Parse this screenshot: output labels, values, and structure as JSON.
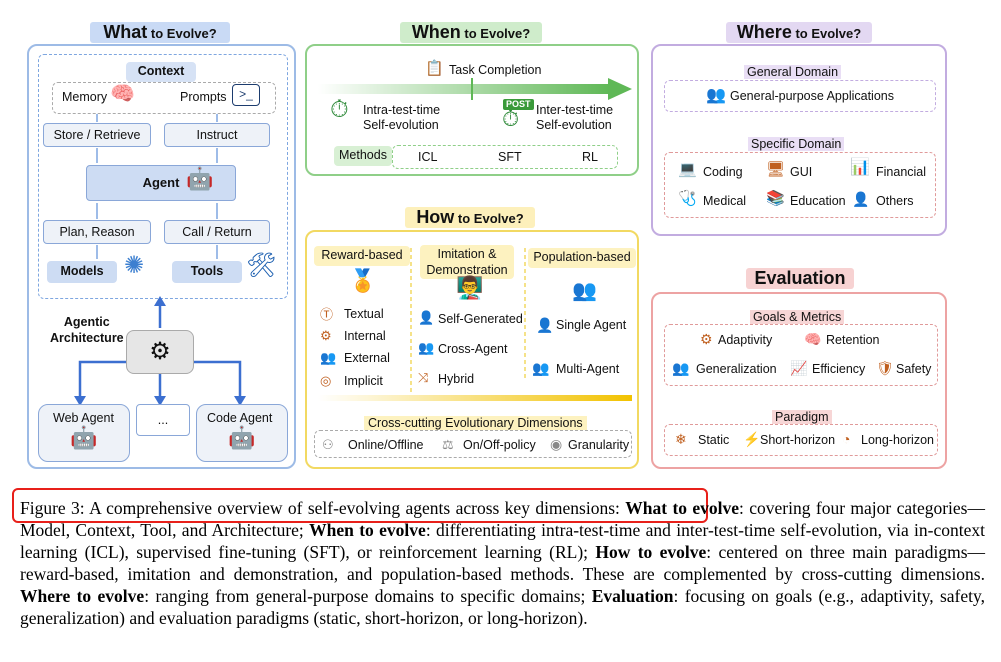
{
  "what": {
    "title_main": "What",
    "title_small": " to Evolve?",
    "context_label": "Context",
    "memory": "Memory",
    "prompts": "Prompts",
    "store_retrieve": "Store / Retrieve",
    "instruct": "Instruct",
    "agent": "Agent",
    "plan_reason": "Plan, Reason",
    "call_return": "Call / Return",
    "models": "Models",
    "tools": "Tools",
    "agentic_architecture": "Agentic\nArchitecture",
    "web_agent": "Web Agent",
    "ellipsis": "...",
    "code_agent": "Code Agent"
  },
  "when": {
    "title_main": "When",
    "title_small": " to Evolve?",
    "task_completion": "Task Completion",
    "intra": "Intra-test-time\nSelf-evolution",
    "post_badge": "POST",
    "inter": "Inter-test-time\nSelf-evolution",
    "methods_label": "Methods",
    "methods": [
      "ICL",
      "SFT",
      "RL"
    ]
  },
  "how": {
    "title_main": "How",
    "title_small": " to Evolve?",
    "reward_based": "Reward-based",
    "reward_items": [
      "Textual",
      "Internal",
      "External",
      "Implicit"
    ],
    "imitation": "Imitation &\nDemonstration",
    "imitation_items": [
      "Self-Generated",
      "Cross-Agent",
      "Hybrid"
    ],
    "population_based": "Population-based",
    "population_items": [
      "Single Agent",
      "Multi-Agent"
    ],
    "cross_cutting": "Cross-cutting Evolutionary Dimensions",
    "cross_items": [
      "Online/Offline",
      "On/Off-policy",
      "Granularity"
    ]
  },
  "where": {
    "title_main": "Where",
    "title_small": " to Evolve?",
    "general_domain": "General Domain",
    "general_app": "General-purpose Applications",
    "specific_domain": "Specific Domain",
    "specific_items": [
      "Coding",
      "GUI",
      "Financial",
      "Medical",
      "Education",
      "Others"
    ]
  },
  "evaluation": {
    "title": "Evaluation",
    "goals_metrics": "Goals & Metrics",
    "goals_items": [
      "Adaptivity",
      "Retention",
      "Generalization",
      "Efficiency",
      "Safety"
    ],
    "paradigm": "Paradigm",
    "paradigm_items": [
      "Static",
      "Short-horizon",
      "Long-horizon"
    ]
  },
  "caption": {
    "lead": "Figure 3:  A comprehensive overview of self-evolving agents across key dimensions:",
    "what_bold": "What to evolve",
    "what_text": ": covering four major categories—Model, Context, Tool, and Architecture;",
    "when_bold": "When to evolve",
    "when_text": ": differentiating intra-test-time and inter-test-time self-evolution, via in-context learning (ICL), supervised fine-tuning (SFT), or reinforcement learning (RL);",
    "how_bold": "How to evolve",
    "how_text": ": centered on three main paradigms—reward-based, imitation and demonstration, and population-based methods.  These are complemented by cross-cutting dimensions.",
    "where_bold": "Where to evolve",
    "where_text": ": ranging from general-purpose domains to specific domains;",
    "eval_bold": "Evaluation",
    "eval_text": ": focusing on goals (e.g., adaptivity, safety, generalization) and evaluation paradigms (static, short-horizon, or long-horizon)."
  },
  "colors": {
    "what": "#7ea6e0",
    "when": "#82c07a",
    "how": "#f0d050",
    "where": "#b9a0d8",
    "evaluation": "#e88c8c",
    "highlight": "#e8201a"
  }
}
